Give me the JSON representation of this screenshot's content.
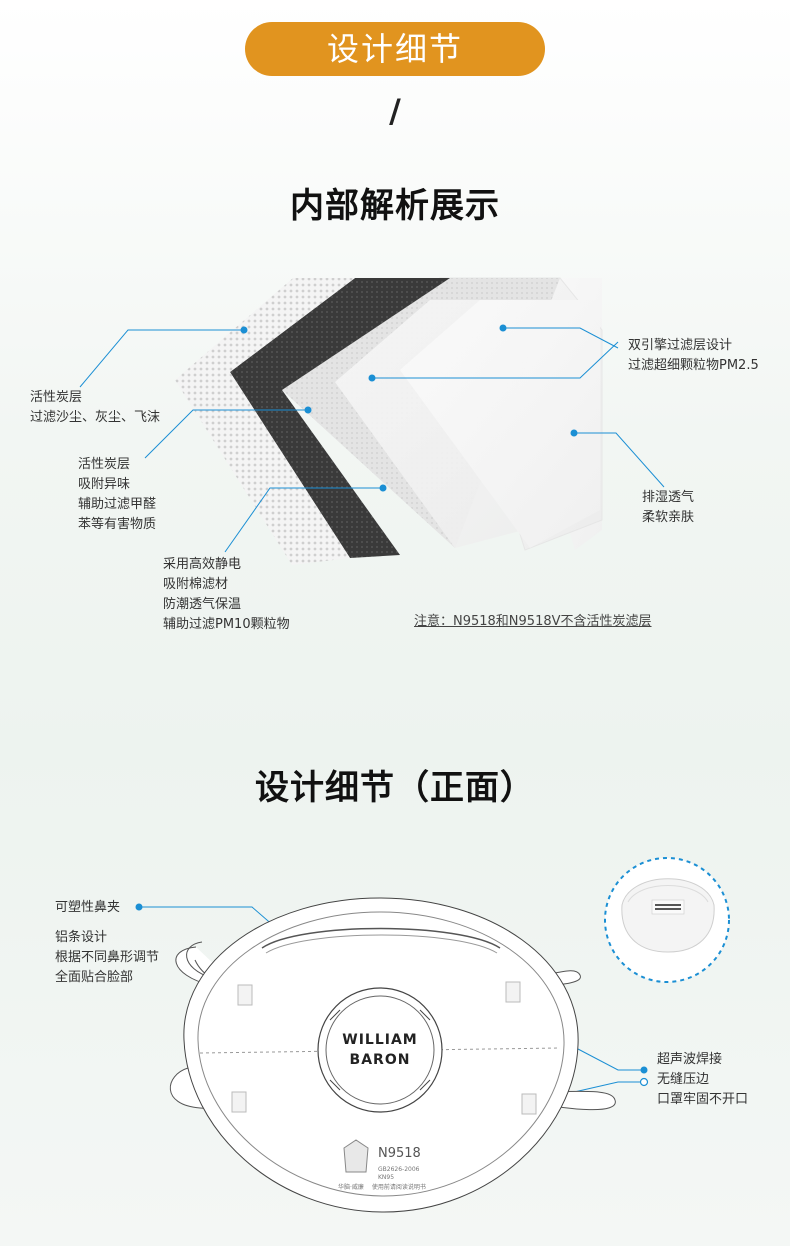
{
  "header": {
    "pill_title": "设计细节",
    "slash": "/"
  },
  "section1": {
    "title": "内部解析展示",
    "labels": {
      "layer1": [
        "活性炭层",
        "过滤沙尘、灰尘、飞沫"
      ],
      "layer2": [
        "活性炭层",
        "吸附异味",
        "辅助过滤甲醛",
        "苯等有害物质"
      ],
      "layer3": [
        "采用高效静电",
        "吸附棉滤材",
        "防潮透气保温",
        "辅助过滤PM10颗粒物"
      ],
      "layer4": [
        "双引擎过滤层设计",
        "过滤超细颗粒物PM2.5"
      ],
      "layer5": [
        "排湿透气",
        "柔软亲肤"
      ]
    },
    "note": "注意：N9518和N9518V不含活性炭滤层"
  },
  "section2": {
    "title": "设计细节（正面）",
    "labels": {
      "nose_clip": "可塑性鼻夹",
      "aluminum": [
        "铝条设计",
        "根据不同鼻形调节",
        "全面贴合脸部"
      ],
      "welding": [
        "超声波焊接",
        "无缝压边",
        "口罩牢固不开口"
      ]
    },
    "mask": {
      "brand_line1": "WILLIAM",
      "brand_line2": "BARON",
      "model": "N9518",
      "standard": "GB2626-2006",
      "grade": "KN95",
      "maker": "华脑·威廉",
      "usage": "使用前请阅读说明书"
    }
  },
  "colors": {
    "accent_orange": "#e1941f",
    "callout_blue": "#1b8fd4"
  }
}
